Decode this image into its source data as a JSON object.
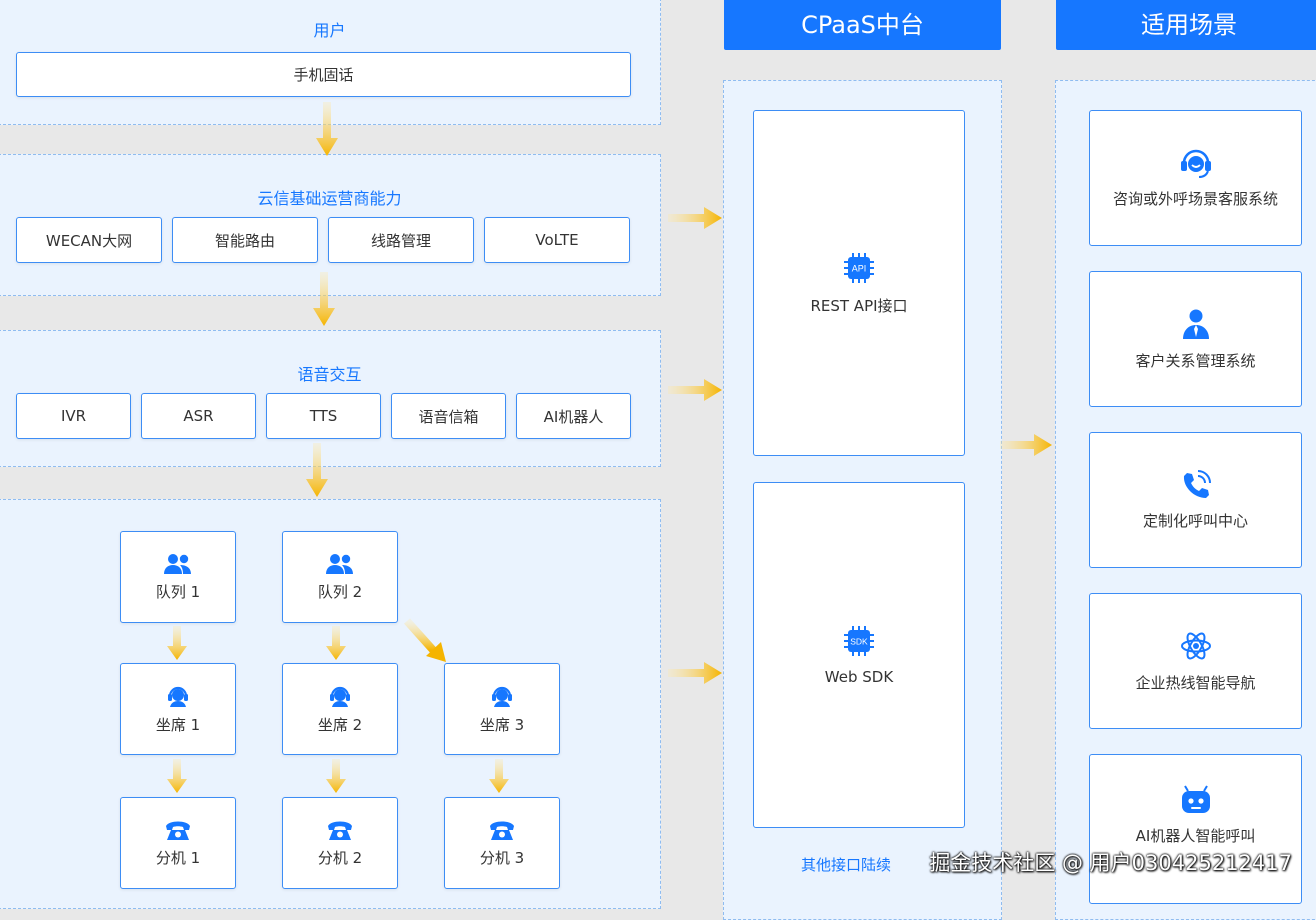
{
  "left": {
    "users": {
      "title": "用户",
      "items": [
        "手机固话"
      ]
    },
    "carrier": {
      "title": "云信基础运营商能力",
      "items": [
        "WECAN大网",
        "智能路由",
        "线路管理",
        "VoLTE"
      ]
    },
    "voice": {
      "title": "语音交互",
      "items": [
        "IVR",
        "ASR",
        "TTS",
        "语音信箱",
        "AI机器人"
      ]
    },
    "routing": {
      "queues": [
        "队列 1",
        "队列 2"
      ],
      "agents": [
        "坐席 1",
        "坐席 2",
        "坐席 3"
      ],
      "extensions": [
        "分机 1",
        "分机 2",
        "分机 3"
      ]
    }
  },
  "middle": {
    "header": "CPaaS中台",
    "api": {
      "icon_text": "API",
      "label": "REST API接口"
    },
    "sdk": {
      "icon_text": "SDK",
      "label": "Web SDK"
    },
    "other": "其他接口陆续"
  },
  "right": {
    "header": "适用场景",
    "scenarios": [
      {
        "icon": "headset-service-icon",
        "label": "咨询或外呼场景客服系统"
      },
      {
        "icon": "customer-person-icon",
        "label": "客户关系管理系统"
      },
      {
        "icon": "phone-ringing-icon",
        "label": "定制化呼叫中心"
      },
      {
        "icon": "atom-icon",
        "label": "企业热线智能导航"
      },
      {
        "icon": "robot-icon",
        "label": "AI机器人智能呼叫"
      }
    ]
  },
  "watermark": "掘金技术社区 @ 用户030425212417",
  "colors": {
    "accent": "#1677ff",
    "arrow": "#f5b400",
    "panel": "#eaf3fe"
  }
}
